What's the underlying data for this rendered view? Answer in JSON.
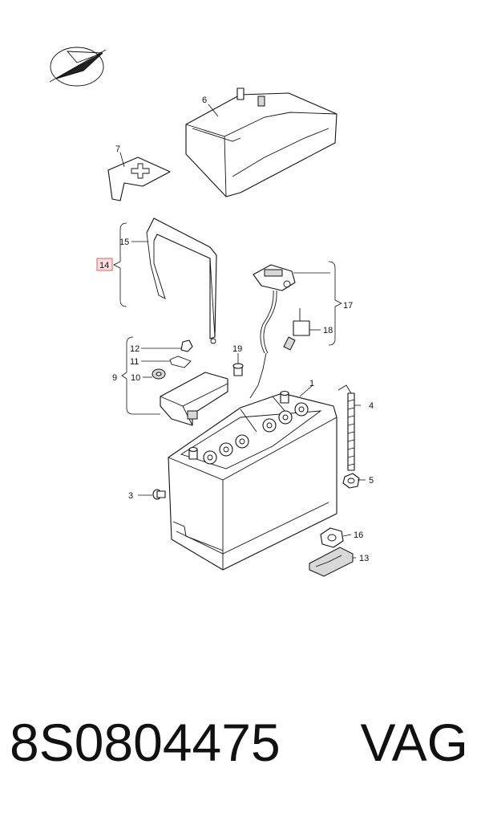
{
  "diagram": {
    "callouts": {
      "c1": "1",
      "c3": "3",
      "c4": "4",
      "c5": "5",
      "c6": "6",
      "c7": "7",
      "c9": "9",
      "c10": "10",
      "c11": "11",
      "c12": "12",
      "c13": "13",
      "c14": "14",
      "c15": "15",
      "c16": "16",
      "c17": "17",
      "c18": "18",
      "c19": "19"
    }
  },
  "footer": {
    "part_number": "8S0804475",
    "brand": "VAG"
  }
}
